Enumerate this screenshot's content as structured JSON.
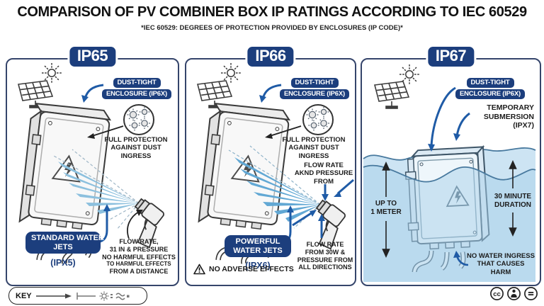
{
  "header": {
    "title": "COMPARISON OF PV COMBINER BOX IP RATINGS ACCORDING TO IEC 60529",
    "subtitle": "*IEC 60529: DEGREES OF PROTECTION PROVIDED BY ENCLOSURES (IP CODE)*"
  },
  "colors": {
    "navy": "#1c3e7d",
    "panel_border": "#35456b",
    "arrow_blue": "#1f5ba6",
    "jet_blue": "#7fb8dc",
    "water_blue": "#cde4f3",
    "text_dark": "#1c1c1c"
  },
  "panels": [
    {
      "badge": "IP65",
      "enclosure_label": {
        "line1": "DUST-TIGHT",
        "line2": "ENCLOSURE (IP6X)"
      },
      "dust_note": {
        "line1": "FULL PROTECTION",
        "line2": "AGAINST DUST INGRESS"
      },
      "jet_badge": {
        "line1": "STANDARD WATER",
        "line2": "JETS"
      },
      "jet_rating": "(IPX5)",
      "jet_note": {
        "line1": "FLOW RATE,",
        "line2": "31 IN & PRESSURE",
        "line3": "NO HARMFUL EFFECTS",
        "line4": "TO HARMFUL EFFECTS",
        "line5": "FROM A DISTANCE"
      }
    },
    {
      "badge": "IP66",
      "enclosure_label": {
        "line1": "DUST-TIGHT",
        "line2": "ENCLOSURE (IP6X)"
      },
      "dust_note": {
        "line1": "FULL PROTECTION",
        "line2": "AGAINST DUST INGRESS"
      },
      "pressure_note": {
        "line1": "FLOW RATE",
        "line2": "AKND PRESSURE",
        "line3": "FROM"
      },
      "jet_badge": {
        "line1": "POWERFUL",
        "line2": "WATER JETS"
      },
      "jet_rating": "(IPX6)",
      "jet_note": {
        "line1": "FLOW RATE",
        "line2": "FROM 30W &",
        "line3": "PRESSURE FROM",
        "line4": "ALL DIRECTIONS"
      },
      "adverse_note": "NO ADVERSE EFFECTS"
    },
    {
      "badge": "IP67",
      "enclosure_label": {
        "line1": "DUST-TIGHT",
        "line2": "ENCLOSURE (IP6X)"
      },
      "submersion_label": {
        "line1": "TEMPORARY",
        "line2": "SUBMERSION",
        "line3": "(IPX7)"
      },
      "depth_label": {
        "line1": "UP TO",
        "line2": "1 METER"
      },
      "duration_label": {
        "line1": "30 MINUTE",
        "line2": "DURATION"
      },
      "ingress_note": {
        "line1": "NO WATER INGRESS",
        "line2": "THAT CAUSES HARM"
      }
    }
  ],
  "footer": {
    "key_label": "KEY",
    "cc_text": "cc"
  }
}
